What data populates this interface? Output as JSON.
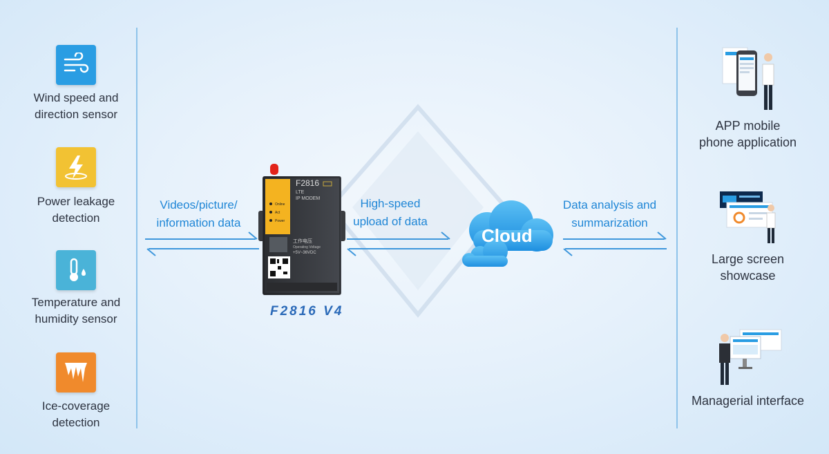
{
  "sensors": [
    {
      "line1": "Wind speed and",
      "line2": "direction sensor",
      "icon": "wind-icon",
      "color": "#2a9de3"
    },
    {
      "line1": "Power leakage",
      "line2": "detection",
      "icon": "lightning-icon",
      "color": "#f2c233"
    },
    {
      "line1": "Temperature and",
      "line2": "humidity sensor",
      "icon": "thermometer-icon",
      "color": "#4ab3d8"
    },
    {
      "line1": "Ice-coverage",
      "line2": "detection",
      "icon": "icicle-icon",
      "color": "#f08a2c"
    }
  ],
  "flows": {
    "left": {
      "line1": "Videos/picture/",
      "line2": "information data"
    },
    "middle": {
      "line1": "High-speed",
      "line2": "upload of data"
    },
    "right": {
      "line1": "Data analysis and",
      "line2": "summarization"
    }
  },
  "device": {
    "model": "F2816",
    "type_line1": "LTE",
    "type_line2": "IP MODEM",
    "led_online": "Online",
    "led_act": "Act",
    "led_power": "Power",
    "voltage_cn": "工作电压",
    "voltage_label": "Operating Voltage",
    "voltage_value": "+5V~36VDC",
    "caption": "F2816 V4"
  },
  "cloud": {
    "label": "Cloud"
  },
  "outputs": [
    {
      "line1": "APP mobile",
      "line2": "phone application"
    },
    {
      "line1": "Large screen",
      "line2": "showcase"
    },
    {
      "line1": "Managerial interface",
      "line2": ""
    }
  ],
  "colors": {
    "accent": "#1f86d6",
    "line": "#8ec3ea",
    "arrow": "#3e97dc"
  }
}
